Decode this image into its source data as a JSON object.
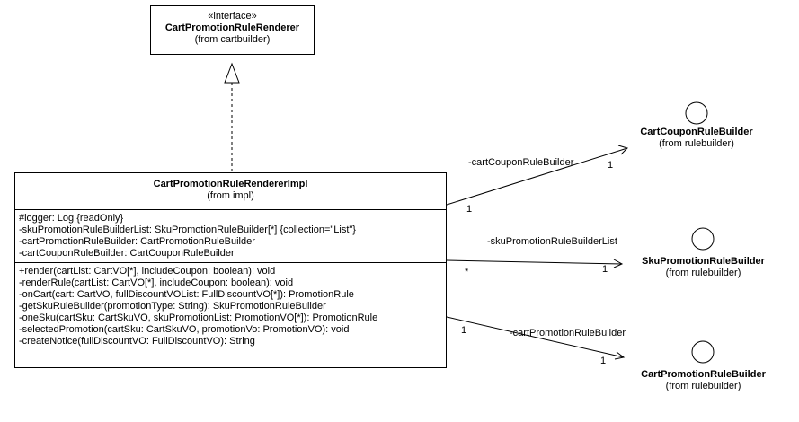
{
  "interface": {
    "stereotype": "«interface»",
    "name": "CartPromotionRuleRenderer",
    "package": "(from cartbuilder)"
  },
  "impl": {
    "name": "CartPromotionRuleRendererImpl",
    "package": "(from impl)",
    "attributes": [
      "#logger: Log {readOnly}",
      "-skuPromotionRuleBuilderList: SkuPromotionRuleBuilder[*] {collection=\"List\"}",
      "-cartPromotionRuleBuilder: CartPromotionRuleBuilder",
      "-cartCouponRuleBuilder: CartCouponRuleBuilder"
    ],
    "operations": [
      "+render(cartList: CartVO[*], includeCoupon: boolean): void",
      "-renderRule(cartList: CartVO[*], includeCoupon: boolean): void",
      "-onCart(cart: CartVO, fullDiscountVOList: FullDiscountVO[*]): PromotionRule",
      "-getSkuRuleBuilder(promotionType: String): SkuPromotionRuleBuilder",
      "-oneSku(cartSku: CartSkuVO, skuPromotionList: PromotionVO[*]): PromotionRule",
      "-selectedPromotion(cartSku: CartSkuVO, promotionVo: PromotionVO): void",
      "-createNotice(fullDiscountVO: FullDiscountVO): String"
    ]
  },
  "builders": [
    {
      "name": "CartCouponRuleBuilder",
      "package": "(from rulebuilder)"
    },
    {
      "name": "SkuPromotionRuleBuilder",
      "package": "(from rulebuilder)"
    },
    {
      "name": "CartPromotionRuleBuilder",
      "package": "(from rulebuilder)"
    }
  ],
  "associations": [
    {
      "role": "-cartCouponRuleBuilder",
      "source_mult": "1",
      "target_mult": "1"
    },
    {
      "role": "-skuPromotionRuleBuilderList",
      "source_mult": "*",
      "target_mult": "1"
    },
    {
      "role": "-cartPromotionRuleBuilder",
      "source_mult": "1",
      "target_mult": "1"
    }
  ]
}
